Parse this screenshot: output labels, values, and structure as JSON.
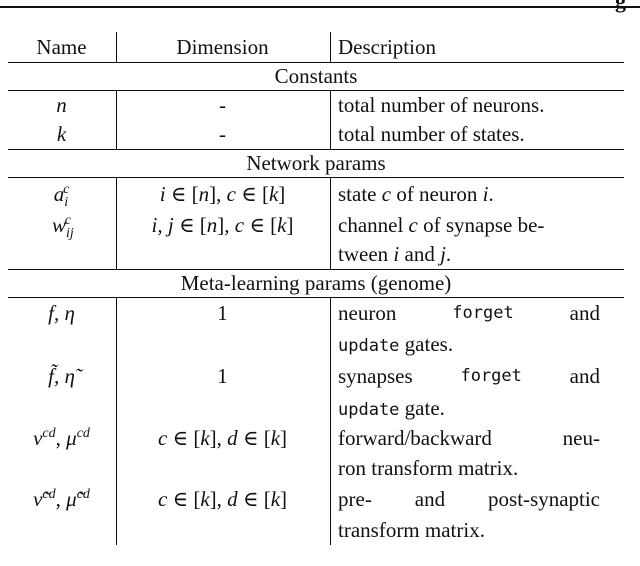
{
  "header_fragment": "g",
  "table": {
    "headers": [
      "Name",
      "Dimension",
      "Description"
    ],
    "sections": [
      {
        "title": "Constants",
        "rows": [
          {
            "name": "n",
            "dim": "-",
            "desc": [
              "total number of neurons."
            ]
          },
          {
            "name": "k",
            "dim": "-",
            "desc": [
              "total number of states."
            ]
          }
        ]
      },
      {
        "title": "Network params",
        "rows": [
          {
            "name": "a_i^c",
            "dim": "i ∈ [n], c ∈ [k]",
            "desc": [
              "state c of neuron i."
            ]
          },
          {
            "name": "w_ij^c",
            "dim": "i, j ∈ [n], c ∈ [k]",
            "desc": [
              "channel c of synapse be-",
              "tween i and j."
            ]
          }
        ]
      },
      {
        "title": "Meta-learning params (genome)",
        "rows": [
          {
            "name": "f, η",
            "dim": "1",
            "desc": [
              "neuron forget and",
              "update gates."
            ]
          },
          {
            "name": "f̃, η̃",
            "dim": "1",
            "desc": [
              "synapses forget and",
              "update gate."
            ]
          },
          {
            "name": "ν^cd, μ^cd",
            "dim": "c ∈ [k], d ∈ [k]",
            "desc": [
              "forward/backward neu-",
              "ron transform matrix."
            ]
          },
          {
            "name": "ν̃^cd, μ̃^cd",
            "dim": "c ∈ [k], d ∈ [k]",
            "desc": [
              "pre- and post-synaptic",
              "transform matrix."
            ]
          }
        ]
      }
    ]
  }
}
